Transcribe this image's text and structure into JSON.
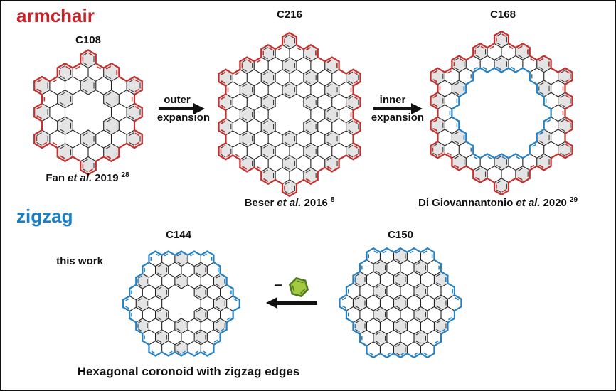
{
  "sections": {
    "armchair": {
      "title": "armchair",
      "color": "#c4252b"
    },
    "zigzag": {
      "title": "zigzag",
      "color": "#1a7fc5",
      "note": "this work",
      "bottom_caption": "Hexagonal coronoid with zigzag edges"
    }
  },
  "arrows": {
    "outer_expansion": {
      "line1": "outer",
      "line2": "expansion",
      "direction": "right"
    },
    "inner_expansion": {
      "line1": "inner",
      "line2": "expansion",
      "direction": "right"
    },
    "remove_benzene": {
      "minus": "−",
      "direction": "left",
      "removed_unit": "benzene-ring"
    }
  },
  "colors": {
    "bond": "#222222",
    "double_bond": "#3a3a3a",
    "shade": "#e4e4e4",
    "red_edge": "#c5302f",
    "blue_edge": "#2581c4",
    "arrow": "#111111",
    "benzene_fill": "#a4cb40",
    "benzene_stroke": "#4d7a1e"
  },
  "molecules": {
    "c108": {
      "label": "C108",
      "family": "armchair",
      "size": 6,
      "hole": 1,
      "edge_color": "#c5302f",
      "hole_edge_color": "#222222",
      "hole_edge_width": 1.1,
      "caption_pre": "Fan",
      "caption_italic": "et al.",
      "caption_post": "2019",
      "ref": "28"
    },
    "c216": {
      "label": "C216",
      "family": "armchair",
      "size": 9,
      "hole": 1,
      "edge_color": "#c5302f",
      "hole_edge_color": "#222222",
      "hole_edge_width": 1.1,
      "caption_pre": "Beser",
      "caption_italic": "et al.",
      "caption_post": "2016",
      "ref": "8"
    },
    "c168": {
      "label": "C168",
      "family": "armchair",
      "size": 9,
      "hole": 3,
      "edge_color": "#c5302f",
      "hole_edge_color": "#2581c4",
      "hole_edge_width": 2.2,
      "caption_pre": "Di Giovannantonio",
      "caption_italic": "et al.",
      "caption_post": "2020",
      "ref": "29"
    },
    "c144": {
      "label": "C144",
      "family": "zigzag",
      "size": 4,
      "hole": 1,
      "edge_color": "#2581c4",
      "hole_edge_color": "#222222",
      "hole_edge_width": 1.1
    },
    "c150": {
      "label": "C150",
      "family": "zigzag",
      "size": 4,
      "hole": -1,
      "edge_color": "#2581c4",
      "hole_edge_color": "",
      "hole_edge_width": 0
    }
  }
}
